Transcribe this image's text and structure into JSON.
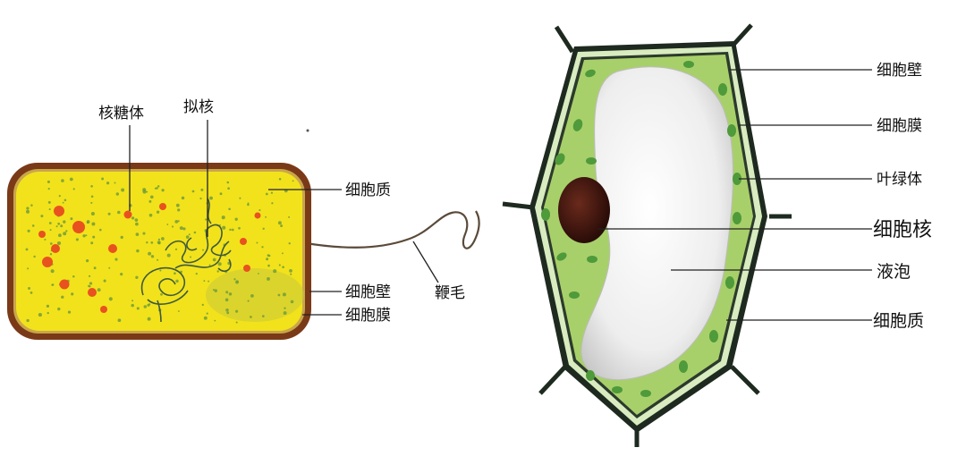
{
  "bacterium": {
    "labels": {
      "ribosome": "核糖体",
      "nucleoid": "拟核",
      "cytoplasm": "细胞质",
      "flagellum": "鞭毛",
      "cell_wall": "细胞壁",
      "cell_membrane": "细胞膜"
    },
    "colors": {
      "cytoplasm": "#f2e21c",
      "wall": "#7a3a18",
      "ribosome": "#e8521e",
      "dots": "#6c9a3a"
    }
  },
  "plant_cell": {
    "labels": {
      "cell_wall": "细胞壁",
      "cell_membrane": "细胞膜",
      "chloroplast": "叶绿体",
      "nucleus": "细胞核",
      "vacuole": "液泡",
      "cytoplasm": "细胞质"
    },
    "colors": {
      "cytoplasm": "#a8d06a",
      "wall": "#1e2a20",
      "vacuole": "#f4f4f4",
      "nucleus": "#4a1a12",
      "chloroplast": "#4f9a3a"
    }
  }
}
